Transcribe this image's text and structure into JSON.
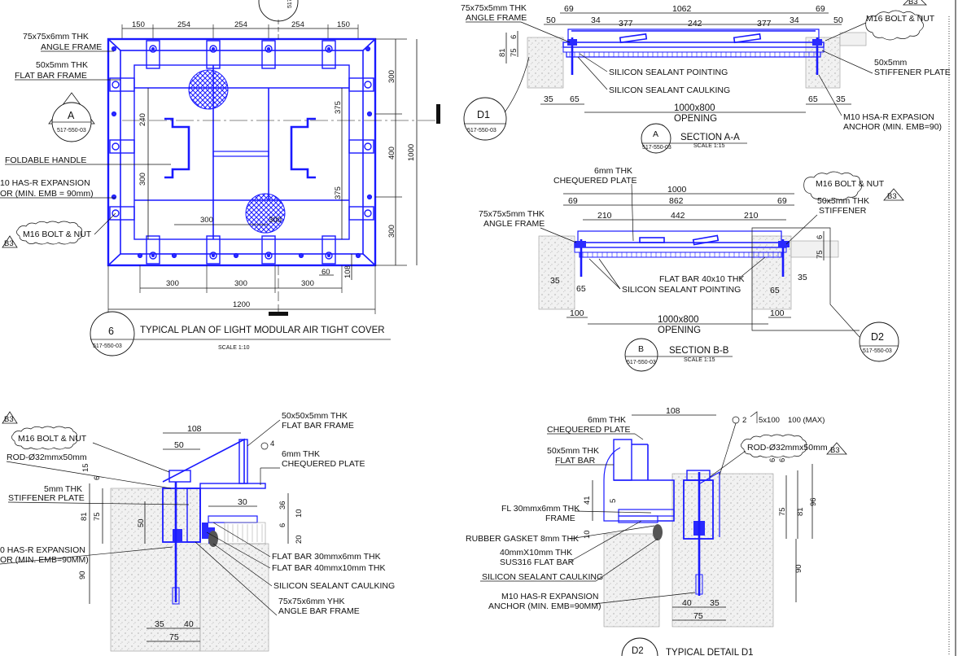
{
  "plan": {
    "callout_a": {
      "letter": "A",
      "ref": "517-550-03"
    },
    "labels": {
      "angle_frame": "75x75x6mm THK ANGLE FRAME",
      "angle_frame_l1": "75x75x6mm THK",
      "angle_frame_l2": "ANGLE FRAME",
      "flat_bar_l1": "50x5mm THK",
      "flat_bar_l2": "FLAT BAR FRAME",
      "handle": "FOLDABLE HANDLE",
      "anchor_l1": "10 HAS-R  EXPANSION",
      "anchor_l2": "OR (MIN. EMB = 90mm)",
      "bolt": "M16 BOLT & NUT",
      "b3": "B3"
    },
    "dims_top": [
      "150",
      "254",
      "254",
      "254",
      "150"
    ],
    "dims_right": [
      "300",
      "400",
      "300"
    ],
    "dim_total_right": "1000",
    "dims_inner": [
      "240",
      "300",
      "375",
      "375",
      "300",
      "300"
    ],
    "dims_bottom": [
      "300",
      "300",
      "300"
    ],
    "dim_small": [
      "60",
      "108"
    ],
    "dim_total_bottom": "1200",
    "title_no": "6",
    "title_ref": "517-550-03",
    "title": "TYPICAL PLAN OF LIGHT MODULAR  AIR TIGHT COVER",
    "scale": "SCALE 1:10"
  },
  "section_a": {
    "labels": {
      "angle_l1": "75x75x5mm THK",
      "angle_l2": "ANGLE FRAME",
      "bolt": "M16 BOLT & NUT",
      "pointing": "SILICON SEALANT POINTING",
      "caulking": "SILICON SEALANT CAULKING",
      "stiff_l1": "50x5mm",
      "stiff_l2": "STIFFENER PLATE",
      "anchor_l1": "M10 HSA-R EXPASION",
      "anchor_l2": "ANCHOR (MIN. EMB=90)",
      "b3": "B3"
    },
    "dims": [
      "50",
      "69",
      "34",
      "377",
      "1062",
      "242",
      "377",
      "34",
      "69",
      "50",
      "6",
      "81",
      "75",
      "35",
      "65",
      "65",
      "35"
    ],
    "opening_dim": "1000x800",
    "opening": "OPENING",
    "d1": {
      "label": "D1",
      "ref": "517-550-03"
    },
    "title_letter": "A",
    "title_ref": "517-550-03",
    "title": "SECTION A-A",
    "scale": "SCALE 1:15"
  },
  "section_b": {
    "labels": {
      "plate_l1": "6mm THK",
      "plate_l2": "CHEQUERED PLATE",
      "angle_l1": "75x75x5mm THK",
      "angle_l2": "ANGLE FRAME",
      "bolt": "M16 BOLT & NUT",
      "stiff_l1": "50x5mm THK",
      "stiff_l2": "STIFFENER",
      "flatbar": "FLAT BAR 40x10 THK",
      "pointing": "SILICON SEALANT POINTING",
      "b3": "B3"
    },
    "dims": [
      "1000",
      "69",
      "862",
      "69",
      "210",
      "442",
      "210",
      "6",
      "75",
      "35",
      "65",
      "35",
      "65",
      "100",
      "100"
    ],
    "opening_dim": "1000x800",
    "opening": "OPENING",
    "d2": {
      "label": "D2",
      "ref": "517-550-03"
    },
    "title_letter": "B",
    "title_ref": "517-550-03",
    "title": "SECTION B-B",
    "scale": "SCALE 1:15"
  },
  "detail_left": {
    "labels": {
      "b3": "B3",
      "bolt": "M16 BOLT & NUT",
      "rod": "ROD-Ø32mmx50mm",
      "stiff_l1": "5mm THK",
      "stiff_l2": "STIFFENER PLATE",
      "anchor_l1": "0 HAS-R EXPANSION",
      "anchor_l2": "OR (MIN. EMB=90MM)",
      "frame_l1": "50x50x5mm THK",
      "frame_l2": "FLAT BAR FRAME",
      "plate_l1": "6mm THK",
      "plate_l2": "CHEQUERED PLATE",
      "fb1": "FLAT BAR 30mmx6mm THK",
      "fb2": "FLAT BAR 40mmx10mm THK",
      "caulk": "SILICON SEALANT CAULKING",
      "angle_l1": "75x75x6mm YHK",
      "angle_l2": "ANGLE BAR  FRAME"
    },
    "dims": [
      "108",
      "50",
      "4",
      "15",
      "6",
      "81",
      "75",
      "50",
      "30",
      "36",
      "10",
      "6",
      "20",
      "90",
      "35",
      "40",
      "75"
    ]
  },
  "detail_right": {
    "labels": {
      "plate_l1": "6mm THK",
      "plate_l2": "CHEQUERED PLATE",
      "fb_l1": "50x5mm THK",
      "fb_l2": "FLAT BAR",
      "weld": "5x100",
      "weld_max": "100 (MAX)",
      "weld_no": "2",
      "rod": "ROD-Ø32mmx50mm",
      "b3": "B3",
      "fl_l1": "FL 30mmx6mm THK",
      "fl_l2": "FRAME",
      "gasket": "RUBBER GASKET 8mm THK",
      "sus_l1": "40mmX10mm THK",
      "sus_l2": "SUS316 FLAT BAR",
      "caulk": "SILICON SEALANT CAULKING",
      "anchor_l1": "M10 HAS-R EXPANSION",
      "anchor_l2": "ANCHOR (MIN. EMB=90MM)"
    },
    "dims": [
      "108",
      "41",
      "5",
      "10",
      "6",
      "6",
      "75",
      "81",
      "96",
      "90",
      "40",
      "35",
      "75"
    ],
    "footer_label": "D2",
    "footer_title": "TYPICAL DETAIL D1"
  }
}
